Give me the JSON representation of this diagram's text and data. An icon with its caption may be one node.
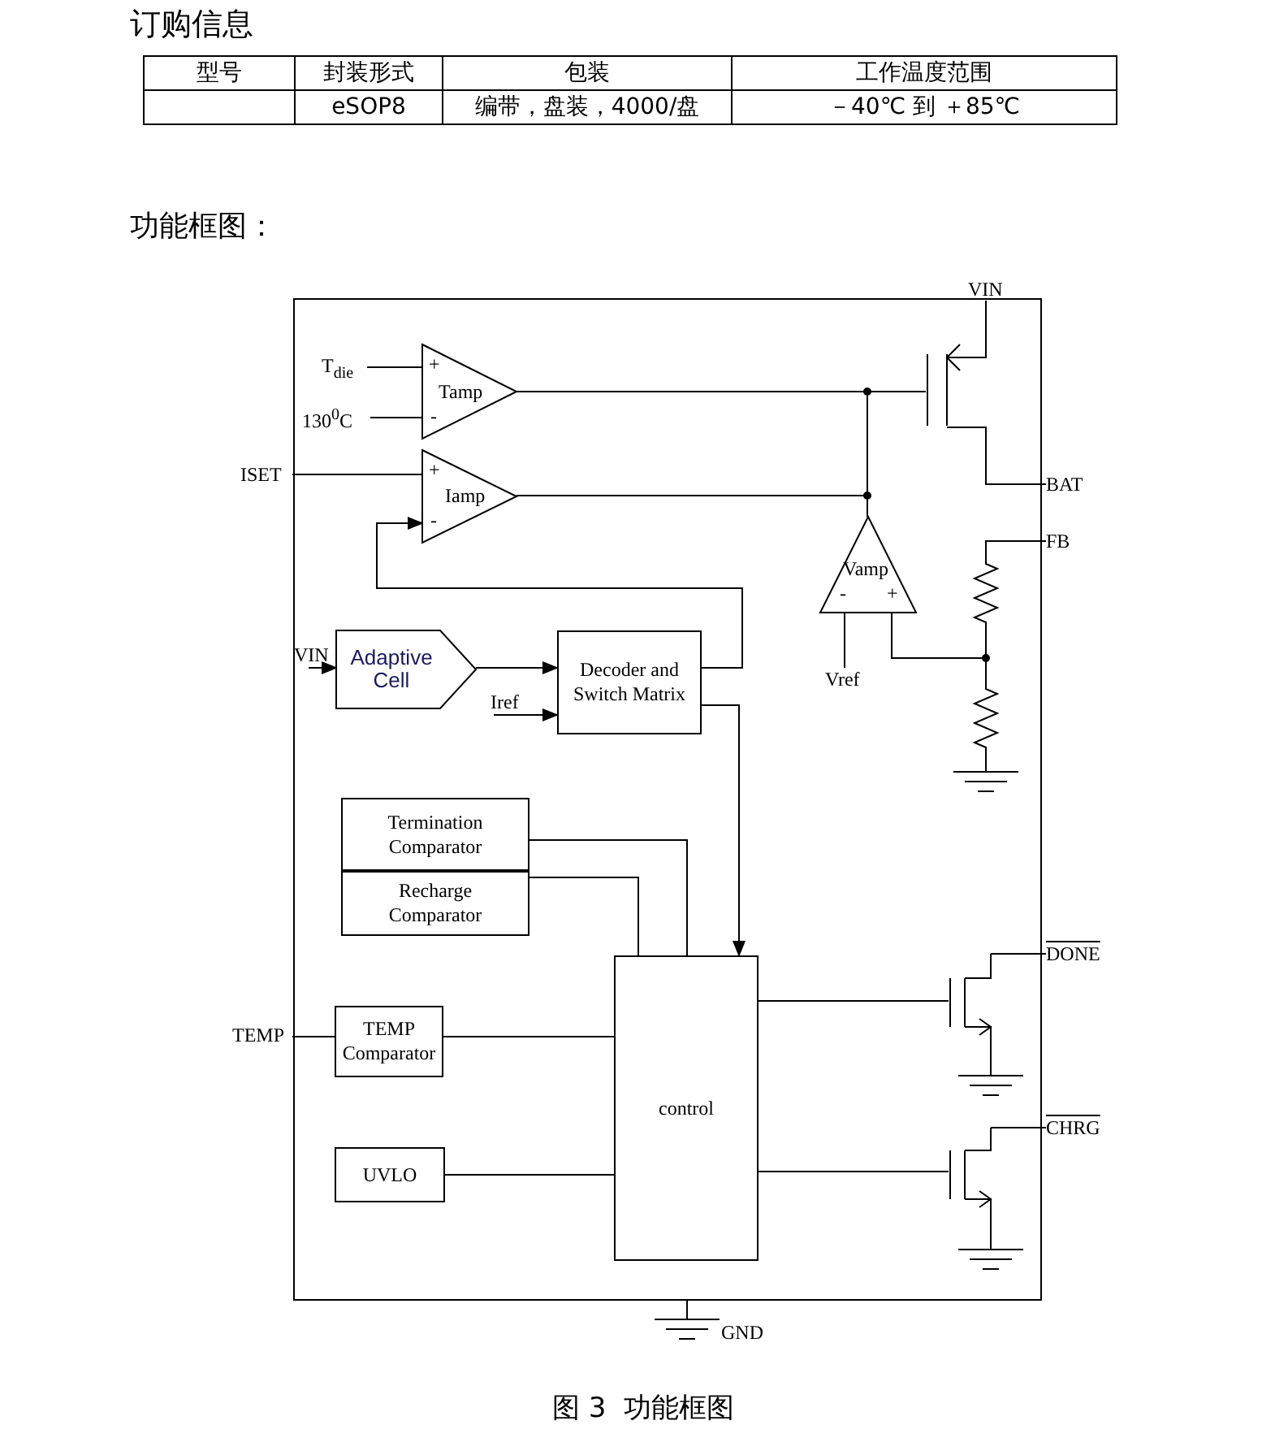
{
  "diagram": {
    "title": "功能框图：",
    "caption": "图 3  功能框图",
    "nodes": [
      {
        "text": [
          "T$_{die}$"
        ]
      },
      {
        "text": [
          "130$^{0}$C"
        ]
      },
      {
        "text": [
          "+",
          "Tamp",
          "-"
        ]
      },
      {
        "text": [
          "ISET"
        ]
      },
      {
        "text": [
          "+",
          "Iamp",
          "-"
        ]
      },
      {
        "text": [
          "VIN"
        ]
      },
      {
        "text": [],
        "shape": "transistor"
      },
      {
        "text": [
          "BAT"
        ]
      },
      {
        "text": [
          "FB"
        ]
      },
      {
        "text": [
          "Vamp",
          "-",
          "+"
        ]
      },
      {
        "text": [],
        "shape": "resistor"
      },
      {
        "text": [
          "Vref"
        ]
      },
      {
        "text": [],
        "shape": "resistor"
      },
      {
        "text": [
          "VIN"
        ]
      },
      {
        "text": [
          "Adaptive Cell"
        ]
      },
      {
        "text": [
          "Decoder and Switch Matrix"
        ]
      },
      {
        "text": [
          "Iref"
        ]
      },
      {
        "text": [
          "Termination Comparator"
        ]
      },
      {
        "text": [
          "Recharge Comparator"
        ]
      },
      {
        "text": [
          "DONE"
        ]
      },
      {
        "text": [],
        "shape": "transistor"
      },
      {
        "text": [
          "TEMP"
        ]
      },
      {
        "text": [
          "TEMP Comparator"
        ]
      },
      {
        "text": [
          "control"
        ]
      },
      {
        "text": [
          "CHRG"
        ]
      },
      {
        "text": [],
        "shape": "transistor"
      },
      {
        "text": [
          "UVLO"
        ]
      }
    ],
    "edges": [
      {
        "from": 0,
        "to": 2,
        "arrow": "none"
      },
      {
        "from": 1,
        "to": 2,
        "arrow": "none"
      },
      {
        "from": 3,
        "to": 4,
        "arrow": "none"
      },
      {
        "from": 15,
        "to": 4,
        "arrow": "to"
      },
      {
        "from": 2,
        "to": 6,
        "arrow": "none"
      },
      {
        "from": 4,
        "to": 6,
        "arrow": "none"
      },
      {
        "from": 9,
        "to": 6,
        "arrow": "none"
      },
      {
        "from": 6,
        "to": 5,
        "arrow": "none"
      },
      {
        "from": 6,
        "to": 7,
        "arrow": "none"
      },
      {
        "from": 8,
        "to": 10,
        "arrow": "none"
      },
      {
        "from": 10,
        "to": 12,
        "arrow": "none"
      },
      {
        "from": 9,
        "to": 12,
        "arrow": "none"
      },
      {
        "from": 11,
        "to": 9,
        "arrow": "none"
      },
      {
        "from": 13,
        "to": 14,
        "arrow": "to"
      },
      {
        "from": 14,
        "to": 15,
        "arrow": "to"
      },
      {
        "from": 16,
        "to": 15,
        "arrow": "to"
      },
      {
        "from": 15,
        "to": 23,
        "arrow": "to"
      },
      {
        "from": 17,
        "to": 23,
        "arrow": "none"
      },
      {
        "from": 18,
        "to": 23,
        "arrow": "none"
      },
      {
        "from": 21,
        "to": 22,
        "arrow": "none"
      },
      {
        "from": 22,
        "to": 23,
        "arrow": "none"
      },
      {
        "from": 26,
        "to": 23,
        "arrow": "none"
      },
      {
        "from": 23,
        "to": 20,
        "arrow": "none"
      },
      {
        "from": 20,
        "to": 19,
        "arrow": "none"
      },
      {
        "from": 23,
        "to": 25,
        "arrow": "none"
      },
      {
        "from": 25,
        "to": 24,
        "arrow": "none"
      }
    ],
    "labels": [
      "订购信息",
      "型号",
      "封装形式",
      "包装",
      "工作温度范围",
      "eSOP8",
      "编带，盘装，4000/盘",
      "－40℃ 到 ＋85℃",
      "GND"
    ]
  }
}
